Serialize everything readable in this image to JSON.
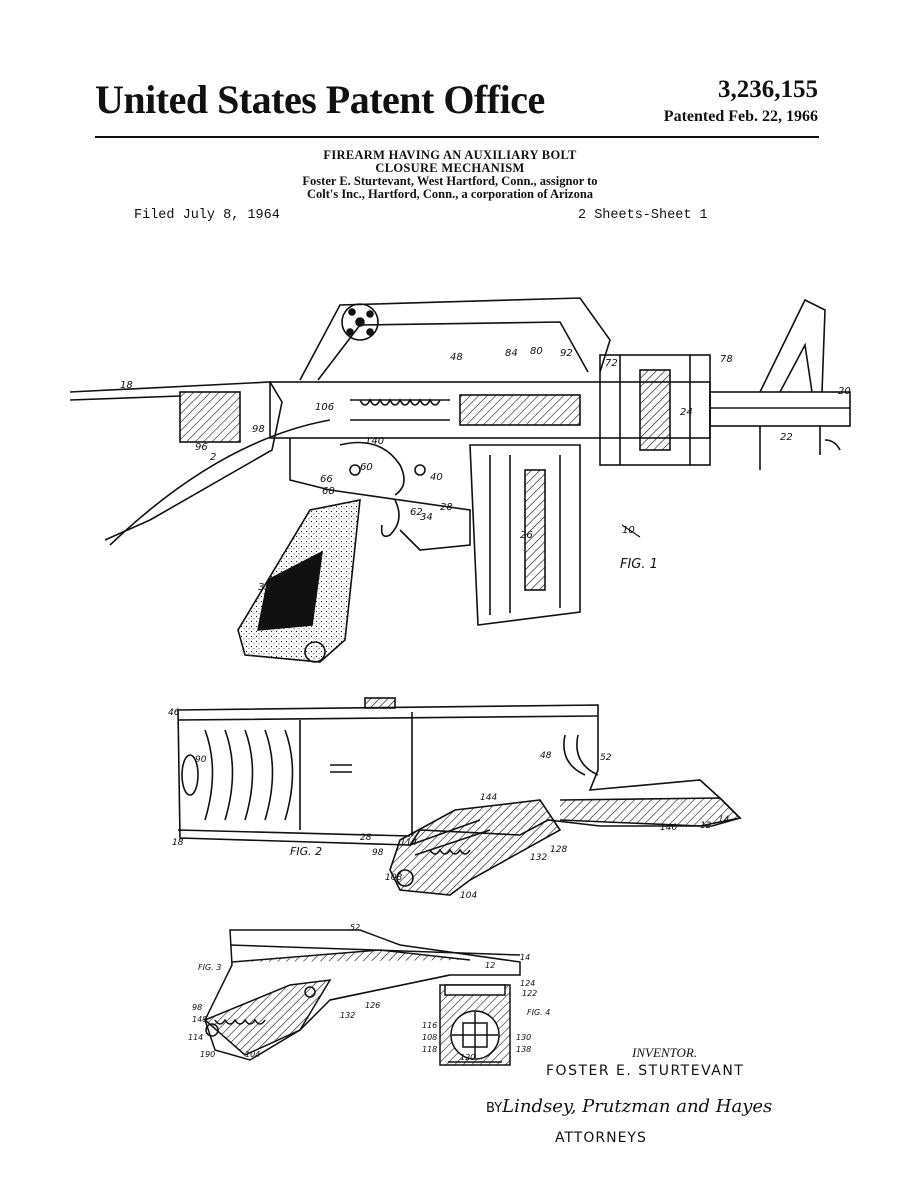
{
  "header": {
    "office": "United States Patent Office",
    "patent_number": "3,236,155",
    "patent_date": "Patented Feb. 22, 1966"
  },
  "title": {
    "line1": "FIREARM HAVING AN AUXILIARY BOLT",
    "line2": "CLOSURE MECHANISM",
    "inventor_line": "Foster E. Sturtevant, West Hartford, Conn., assignor to",
    "assignee_line": "Colt's Inc., Hartford, Conn., a corporation of Arizona"
  },
  "filing": {
    "filed": "Filed July 8, 1964",
    "sheets": "2 Sheets-Sheet 1"
  },
  "figures": {
    "fig1": "FIG. 1",
    "fig2": "FIG. 2",
    "fig3": "FIG. 3",
    "fig4": "FIG. 4",
    "fig1_ref": "10"
  },
  "inventor": {
    "label": "INVENTOR.",
    "name": "FOSTER E. STURTEVANT"
  },
  "attorneys": {
    "by": "BY",
    "signature": "Lindsey, Prutzman and Hayes",
    "label": "ATTORNEYS"
  },
  "colors": {
    "ink": "#111111",
    "paper": "#ffffff"
  }
}
